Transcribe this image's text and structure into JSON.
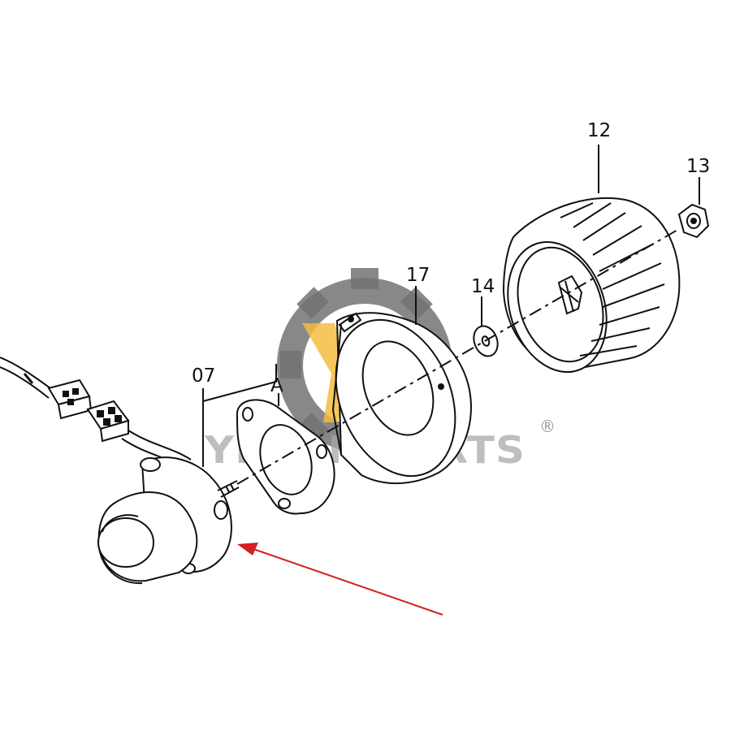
{
  "callouts": {
    "label_07": "07",
    "label_a": "A",
    "label_17": "17",
    "label_14": "14",
    "label_12": "12",
    "label_13": "13"
  },
  "watermark": {
    "brand": "YEARN PARTS",
    "registered_mark": "®",
    "gear_color": "#5a5a5a",
    "accent_color": "#f2b21e"
  },
  "arrow_color": "#d42020"
}
